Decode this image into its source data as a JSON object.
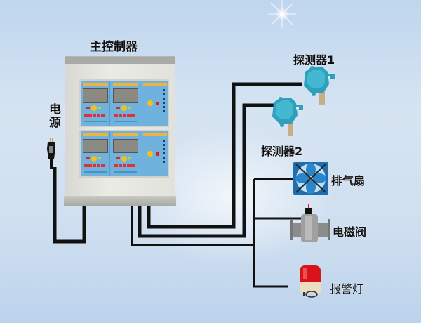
{
  "diagram": {
    "type": "gas-alarm-system-wiring",
    "background_color": "#cfdff0",
    "wire_color": "#111111"
  },
  "labels": {
    "controller": "主控制器",
    "power": "电源",
    "detector1": "探测器1",
    "detector2": "探测器2",
    "exhaust_fan": "排气扇",
    "solenoid_valve": "电磁阀",
    "alarm_light": "报警灯"
  },
  "components": [
    {
      "id": "controller",
      "icon": "gas-controller-cabinet",
      "color": "#e6e6e0",
      "panel_color": "#6fb2de"
    },
    {
      "id": "power",
      "icon": "power-plug",
      "color": "#111111"
    },
    {
      "id": "detector1",
      "icon": "gas-detector",
      "color": "#3aa6c2"
    },
    {
      "id": "detector2",
      "icon": "gas-detector",
      "color": "#3aa6c2"
    },
    {
      "id": "exhaust_fan",
      "icon": "exhaust-fan",
      "color": "#2a86c8"
    },
    {
      "id": "solenoid_valve",
      "icon": "solenoid-valve",
      "color": "#8c8c8c"
    },
    {
      "id": "alarm_light",
      "icon": "alarm-beacon",
      "color": "#d8141a"
    }
  ],
  "connections": [
    {
      "from": "power",
      "to": "controller"
    },
    {
      "from": "controller",
      "to": "detector1"
    },
    {
      "from": "controller",
      "to": "detector2"
    },
    {
      "from": "controller",
      "to": "exhaust_fan"
    },
    {
      "from": "controller",
      "to": "solenoid_valve"
    },
    {
      "from": "controller",
      "to": "alarm_light"
    }
  ]
}
